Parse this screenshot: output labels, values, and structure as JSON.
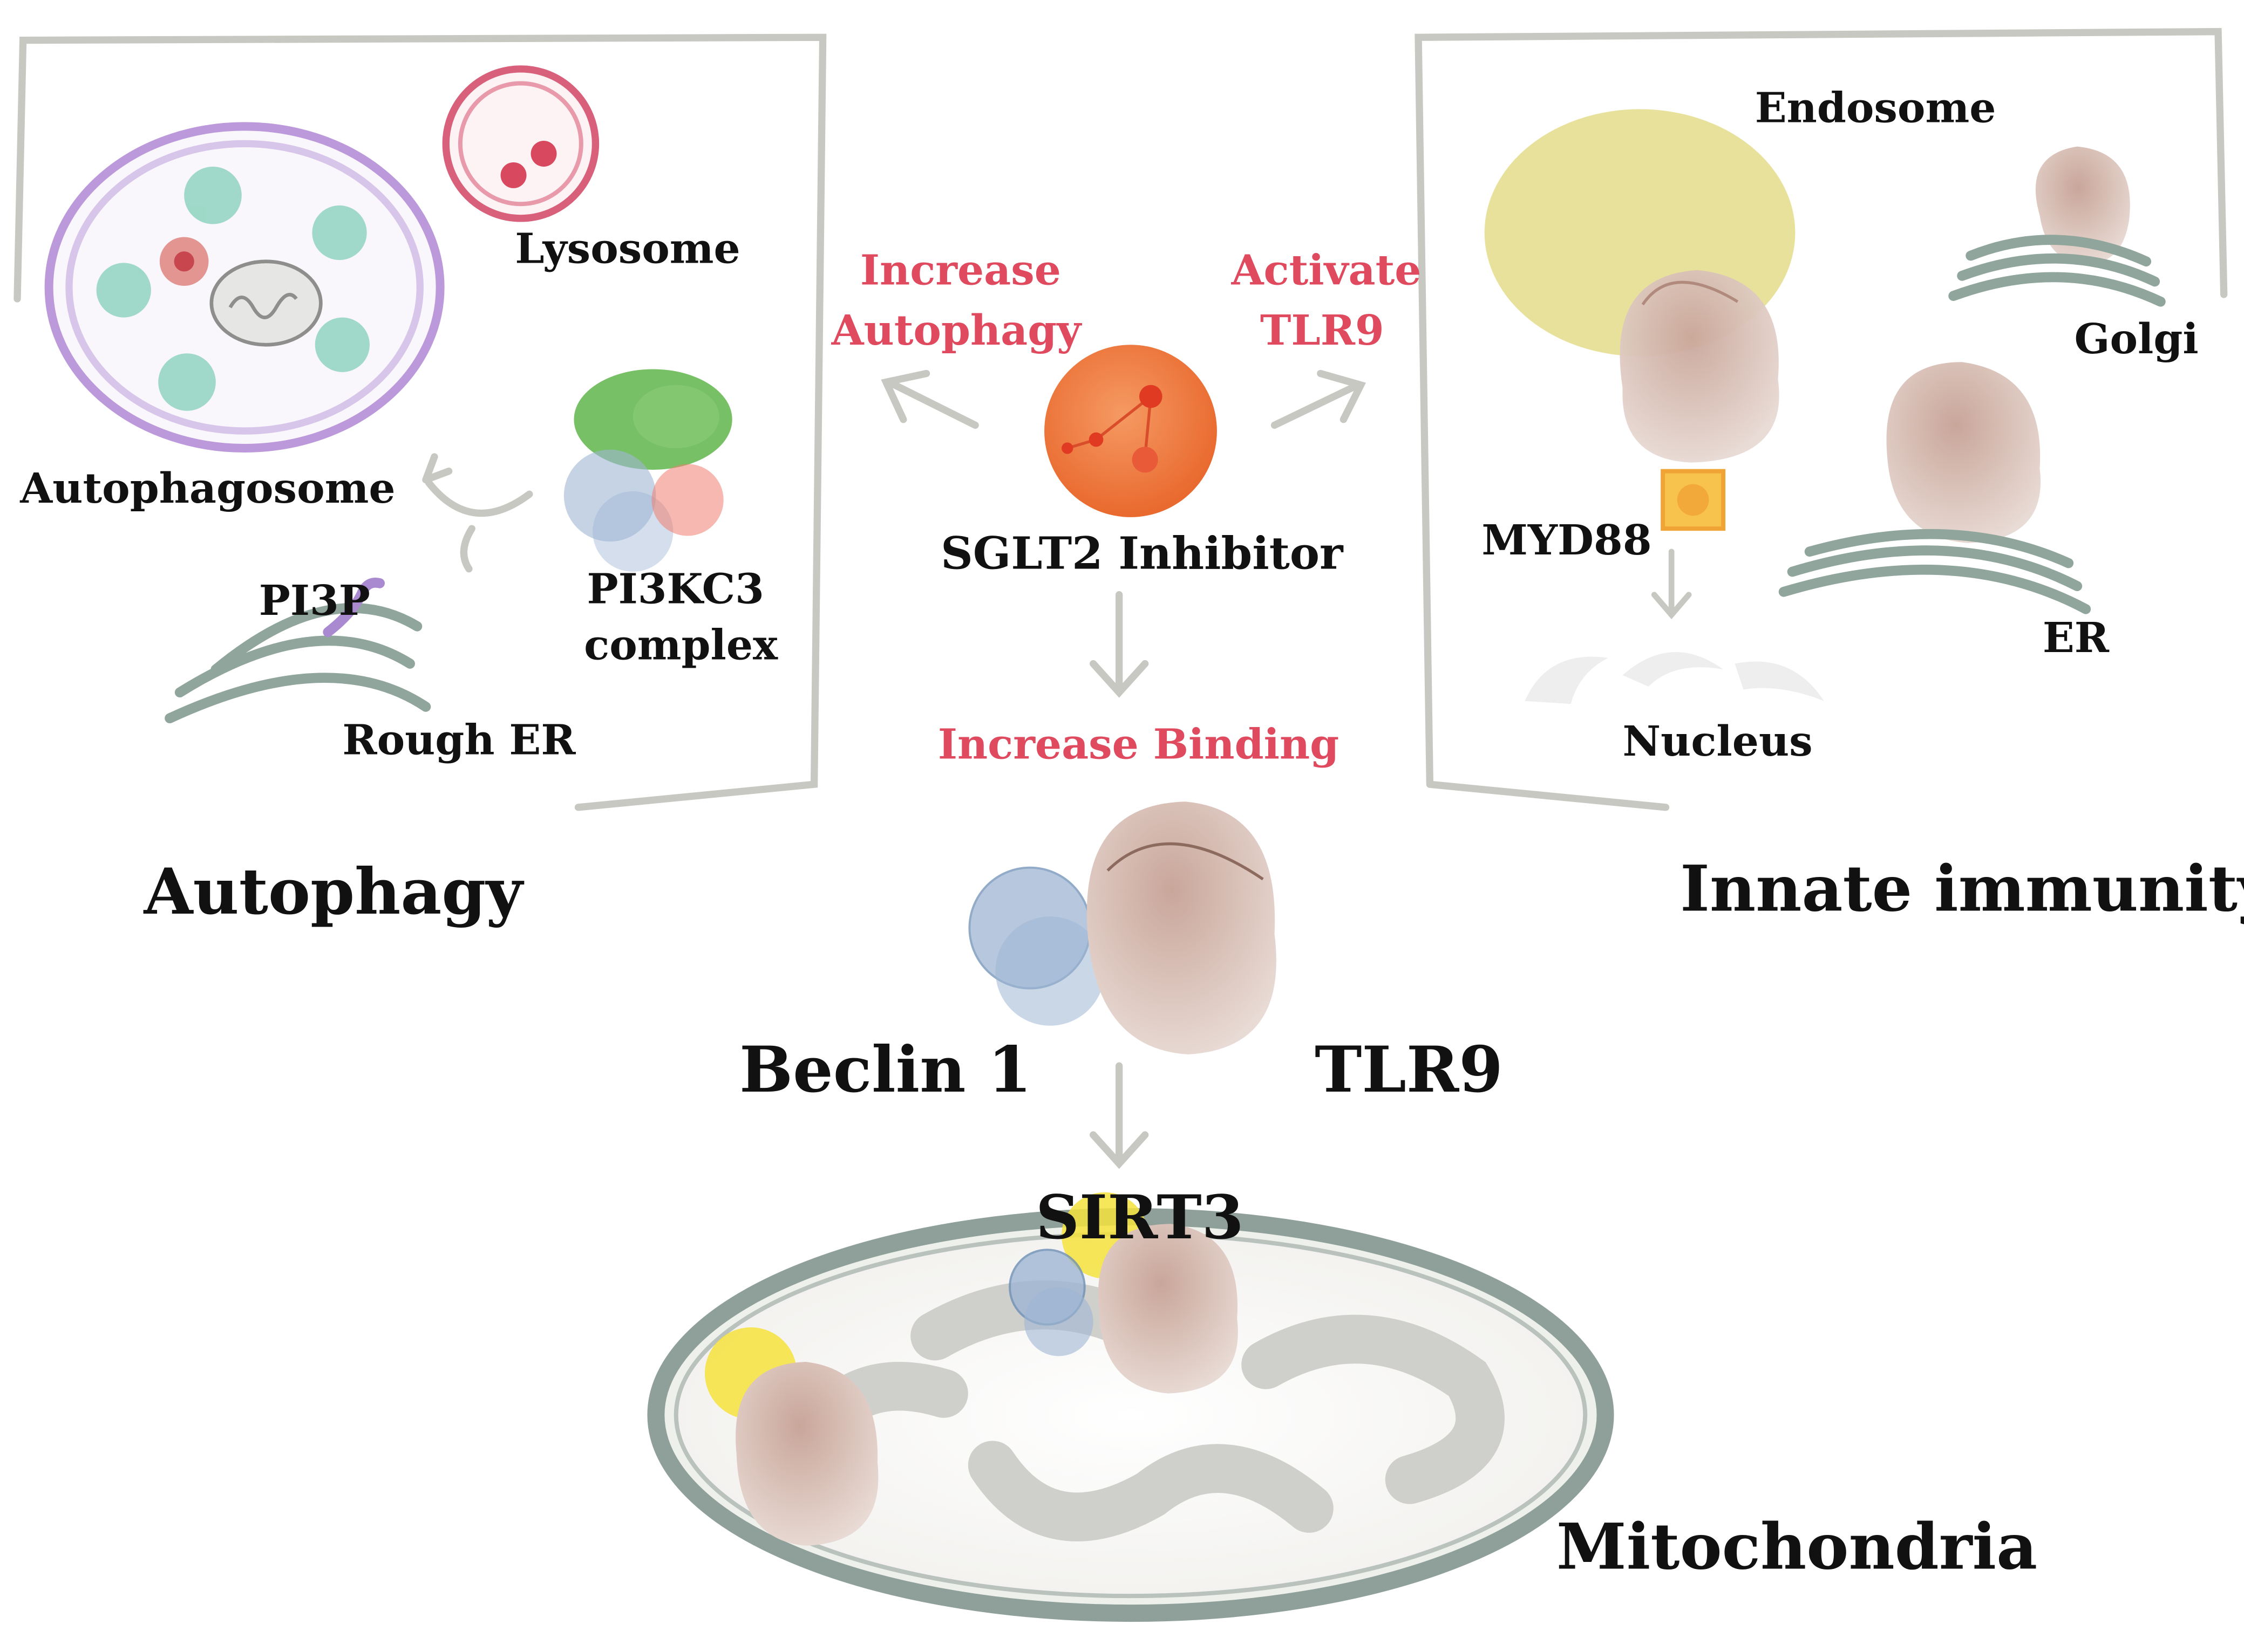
{
  "colors": {
    "accent_text": "#e04a5f",
    "frame": "#c8c8c2",
    "autophagosome": "#b58ed6",
    "lysosome": "#d8607a",
    "sglt2": "#ee7a3e",
    "tlr9": "#b08a7c",
    "beclin": "#9fb6d4",
    "sirt3": "#f5e23c",
    "pi3kc3_green": "#5fb54a",
    "endosome": "#e4dc8a",
    "membrane": "#90a59c",
    "mitochondria_outer": "#8fa09a"
  },
  "left_panel": {
    "heading": "Autophagy",
    "labels": {
      "lysosome": "Lysosome",
      "autophagosome": "Autophagosome",
      "pi3p": "PI3P",
      "pi3kc3_line1": "PI3KC3",
      "pi3kc3_line2": "complex",
      "rough_er": "Rough ER"
    }
  },
  "right_panel": {
    "heading": "Innate immunity",
    "labels": {
      "endosome": "Endosome",
      "golgi": "Golgi",
      "myd88": "MYD88",
      "er": "ER",
      "nucleus": "Nucleus"
    }
  },
  "center": {
    "drug": "SGLT2 Inhibitor",
    "left_effect_line1": "Increase",
    "left_effect_line2": "Autophagy",
    "right_effect_line1": "Activate",
    "right_effect_line2": "TLR9",
    "binding_effect": "Increase Binding",
    "beclin": "Beclin 1",
    "tlr9": "TLR9",
    "sirt3": "SIRT3",
    "mitochondria": "Mitochondria"
  }
}
